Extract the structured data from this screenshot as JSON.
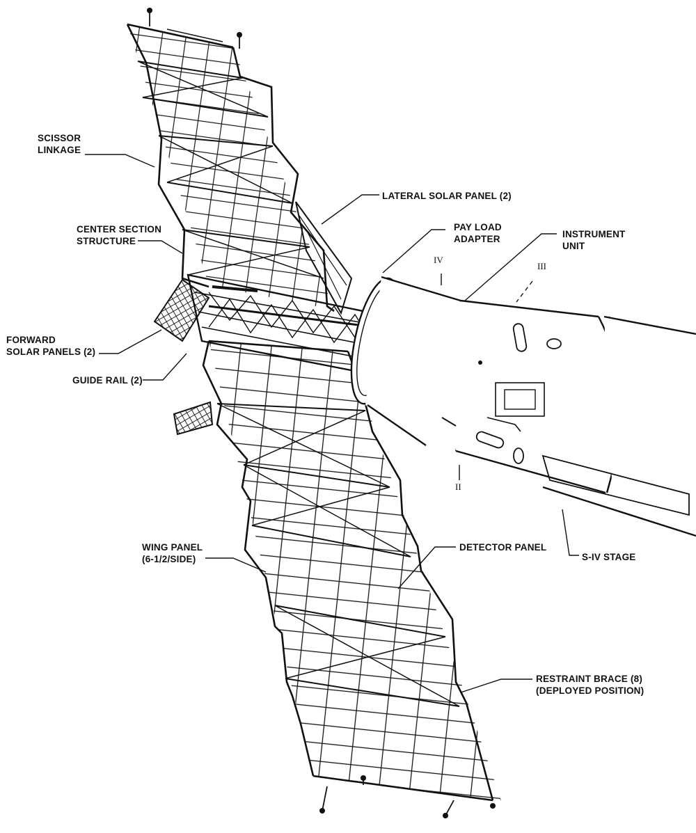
{
  "labels": {
    "scissor_linkage": "SCISSOR\nLINKAGE",
    "lateral_solar_panel": "LATERAL SOLAR PANEL (2)",
    "center_section_structure": "CENTER SECTION\nSTRUCTURE",
    "pay_load_adapter": "PAY LOAD\nADAPTER",
    "instrument_unit": "INSTRUMENT\nUNIT",
    "forward_solar_panels": "FORWARD\nSOLAR PANELS (2)",
    "guide_rail": "GUIDE RAIL (2)",
    "wing_panel": "WING PANEL\n(6-1/2/SIDE)",
    "detector_panel": "DETECTOR PANEL",
    "s_iv_stage": "S-IV STAGE",
    "restraint_brace": "RESTRAINT BRACE (8)\n(DEPLOYED POSITION)"
  },
  "position_markers": {
    "iv": "IV",
    "iii": "III",
    "ii": "II"
  },
  "colors": {
    "ink": "#111111",
    "paper": "#ffffff"
  }
}
